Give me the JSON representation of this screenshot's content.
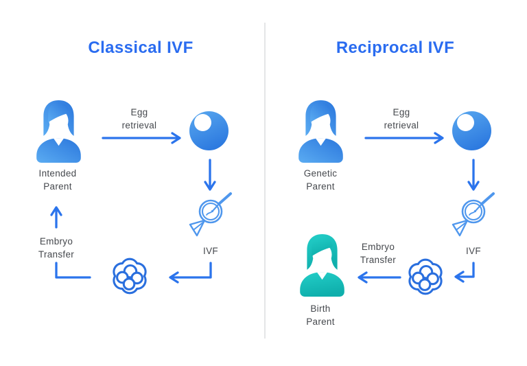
{
  "colors": {
    "title_blue": "#2A6CF0",
    "arrow_blue": "#2B74EC",
    "label_gray": "#45484D",
    "divider_gray": "#E4E5E7",
    "ivf_icon_stroke": "#4F97ED",
    "embryo_stroke": "#2A6FDE",
    "person_blue_light": "#5BACF2",
    "person_blue_dark": "#2A76DC",
    "person_teal_light": "#23CEC8",
    "person_teal_dark": "#0FAFAC",
    "egg_light": "#55A4EE",
    "egg_dark": "#2B78DF"
  },
  "panels": [
    {
      "title": "Classical IVF",
      "parent": {
        "line1": "Intended",
        "line2": "Parent"
      },
      "steps": {
        "egg_retrieval": {
          "line1": "Egg",
          "line2": "retrieval"
        },
        "ivf": "IVF",
        "embryo_transfer": {
          "line1": "Embryo",
          "line2": "Transfer"
        }
      }
    },
    {
      "title": "Reciprocal IVF",
      "genetic_parent": {
        "line1": "Genetic",
        "line2": "Parent"
      },
      "birth_parent": {
        "line1": "Birth",
        "line2": "Parent"
      },
      "steps": {
        "egg_retrieval": {
          "line1": "Egg",
          "line2": "retrieval"
        },
        "ivf": "IVF",
        "embryo_transfer": {
          "line1": "Embryo",
          "line2": "Transfer"
        }
      }
    }
  ]
}
